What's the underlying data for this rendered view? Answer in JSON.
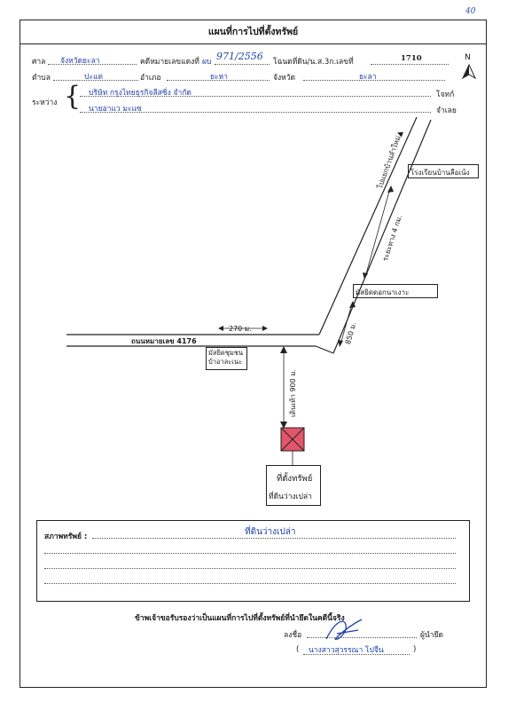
{
  "page_number": "40",
  "title": "แผนที่การไปที่ตั้งทรัพย์",
  "header": {
    "court_label": "ศาล",
    "court_value": "จังหวัดยะลา",
    "case_label": "คดีหมายเลขแดงที่",
    "case_prefix": "ผบ",
    "case_value": "971/2556",
    "deed_label": "โฉนดที่ดิน/น.ส.3ก.เลขที่",
    "deed_value": "1710",
    "subdistrict_label": "ตำบล",
    "subdistrict_value": "ปะแต",
    "district_label": "อำเภอ",
    "district_value": "ยะหา",
    "province_label": "จังหวัด",
    "province_value": "ยะลา",
    "between_label": "ระหว่าง",
    "plaintiff_value": "บริษัท กรุงไทยธุรกิจลีสซิ่ง จำกัด",
    "plaintiff_label": "โจทก์",
    "defendant_value": "นายอาแว มะแซ",
    "defendant_label": "จำเลย"
  },
  "north_label": "N",
  "map": {
    "road_main": "ถนนหมายเลข 4176",
    "to_label": "ไปแยกบ้านลำใหม่▲",
    "factory": "โรงเรียนบ้านลือเน้ง",
    "dist_4km": "ระยะทาง 4 กม.",
    "mosque1": "มัสยิดดอกนาเงาะ",
    "dist_270": "270 ม.",
    "dist_850": "850 ม.",
    "mosque2": "มัสยิดชุมชน บ้าอาละเนะ",
    "walk": "เดินเท้า 900 ม.",
    "location": "ที่ตั้งทรัพย์",
    "location_sub": "ที่ดินว่างเปล่า"
  },
  "condition_label": "สภาพทรัพย์ :",
  "condition_value": "ที่ดินว่างเปล่า",
  "certify_text": "ข้าพเจ้าขอรับรองว่าเป็นแผนที่การไปที่ตั้งทรัพย์ที่นำยึดในคดีนี้จริง",
  "sign_label": "ลงชื่อ",
  "signer_role": "ผู้นำยึด",
  "signer_name": "นางสาวสุวรรณา โปจืน",
  "paren_open": "(",
  "paren_close": ")"
}
